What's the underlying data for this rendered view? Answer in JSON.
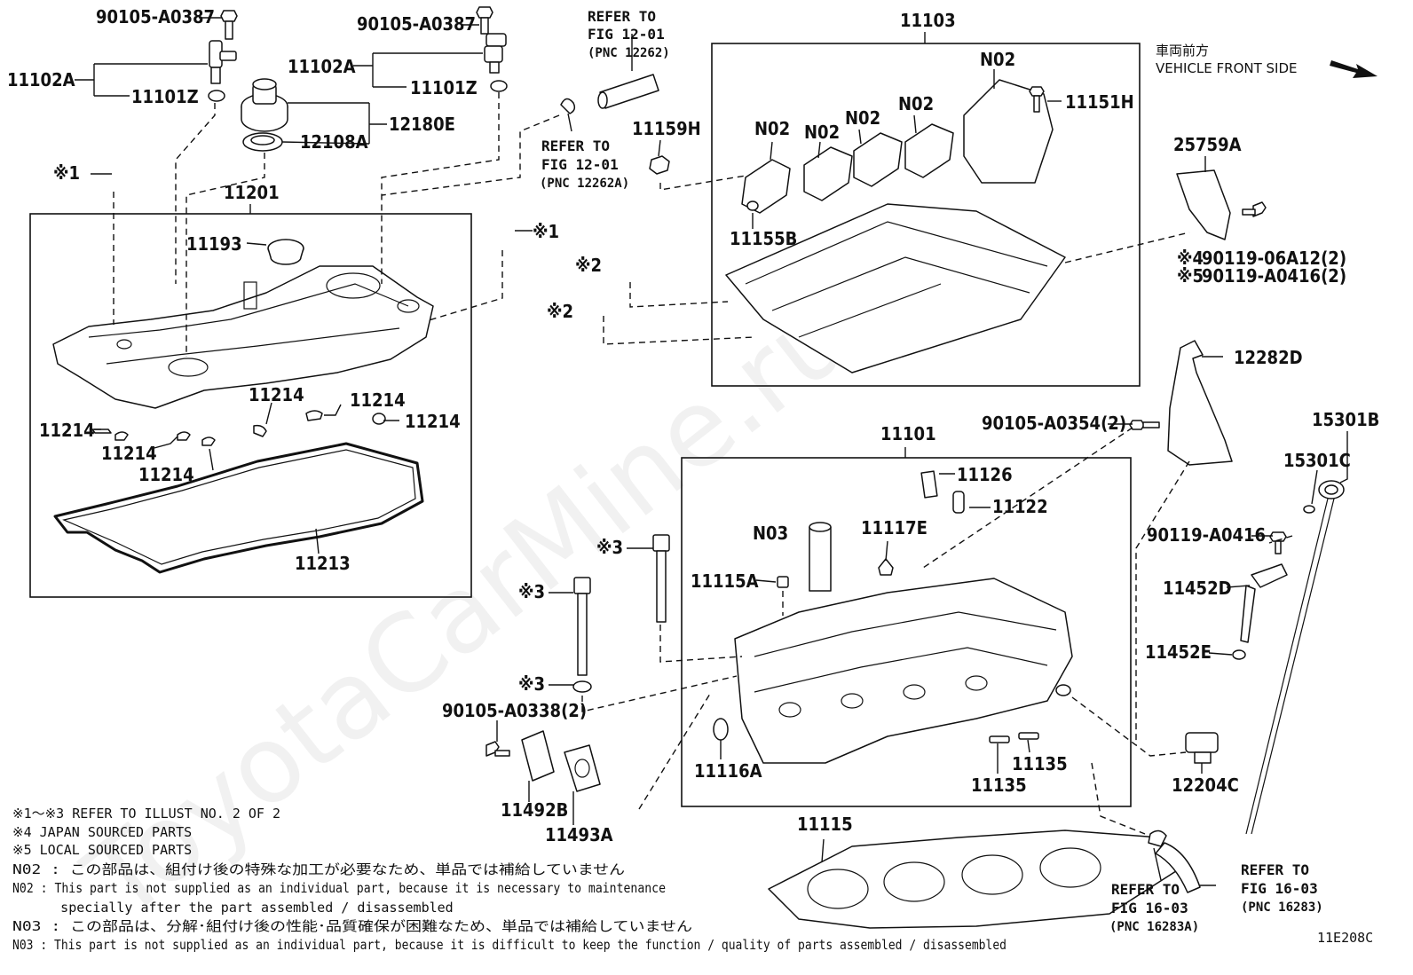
{
  "watermark": "ToyotaCarMine.ru",
  "orientation": {
    "jp": "車両前方",
    "en": "VEHICLE FRONT SIDE"
  },
  "diagram_code": "11E208C",
  "part_numbers": {
    "p90105_A0387_left": "90105-A0387",
    "p90105_A0387_right": "90105-A0387",
    "p11102A_left": "11102A",
    "p11102A_right": "11102A",
    "p11101Z_left": "11101Z",
    "p11101Z_right": "11101Z",
    "p12180E": "12180E",
    "p12108A": "12108A",
    "p11201": "11201",
    "p11193": "11193",
    "p11214_a": "11214",
    "p11214_b": "11214",
    "p11214_c": "11214",
    "p11214_d": "11214",
    "p11214_e": "11214",
    "p11214_f": "11214",
    "p11213": "11213",
    "p11159H": "11159H",
    "p11103": "11103",
    "p11151H": "11151H",
    "p11155B": "11155B",
    "pN02_a": "N02",
    "pN02_b": "N02",
    "pN02_c": "N02",
    "pN02_d": "N02",
    "pN02_e": "N02",
    "p25759A": "25759A",
    "p90119_06A12": "90119-06A12(2)",
    "p90119_A0416_2": "90119-A0416(2)",
    "p12282D": "12282D",
    "p90105_A0354": "90105-A0354(2)",
    "p15301B": "15301B",
    "p15301C": "15301C",
    "p90119_A0416": "90119-A0416",
    "p11452D": "11452D",
    "p11452E": "11452E",
    "p12204C": "12204C",
    "p11101": "11101",
    "p11126": "11126",
    "p11122": "11122",
    "pN03": "N03",
    "p11117E": "11117E",
    "p11115A": "11115A",
    "p11116A": "11116A",
    "p11135_a": "11135",
    "p11135_b": "11135",
    "p90105_A0338": "90105-A0338(2)",
    "p11492B": "11492B",
    "p11493A": "11493A",
    "p11115": "11115"
  },
  "symbols": {
    "s1_a": "※1",
    "s1_b": "※1",
    "s2_a": "※2",
    "s2_b": "※2",
    "s3_a": "※3",
    "s3_b": "※3",
    "s3_c": "※3",
    "s4": "※4",
    "s5": "※5"
  },
  "references": [
    {
      "line1": "REFER TO",
      "line2": "FIG 12-01",
      "line3": "(PNC 12262)"
    },
    {
      "line1": "REFER TO",
      "line2": "FIG 12-01",
      "line3": "(PNC 12262A)"
    },
    {
      "line1": "REFER TO",
      "line2": "FIG 16-03",
      "line3": "(PNC 16283A)"
    },
    {
      "line1": "REFER TO",
      "line2": "FIG 16-03",
      "line3": "(PNC 16283)"
    }
  ],
  "notes": [
    "※1～※3  REFER TO ILLUST NO. 2 OF 2",
    "※4  JAPAN SOURCED PARTS",
    "※5  LOCAL SOURCED PARTS",
    "N02 : この部品は、組付け後の特殊な加工が必要なため、単品では補給していません",
    "N02 : This part is not supplied as an individual part, because it is necessary to maintenance",
    "      specially after the part assembled / disassembled",
    "N03 : この部品は、分解･組付け後の性能･品質確保が困難なため、単品では補給していません",
    "N03 : This part is not supplied as an individual part, because it is difficult to keep the function / quality of parts  assembled / disassembled"
  ]
}
